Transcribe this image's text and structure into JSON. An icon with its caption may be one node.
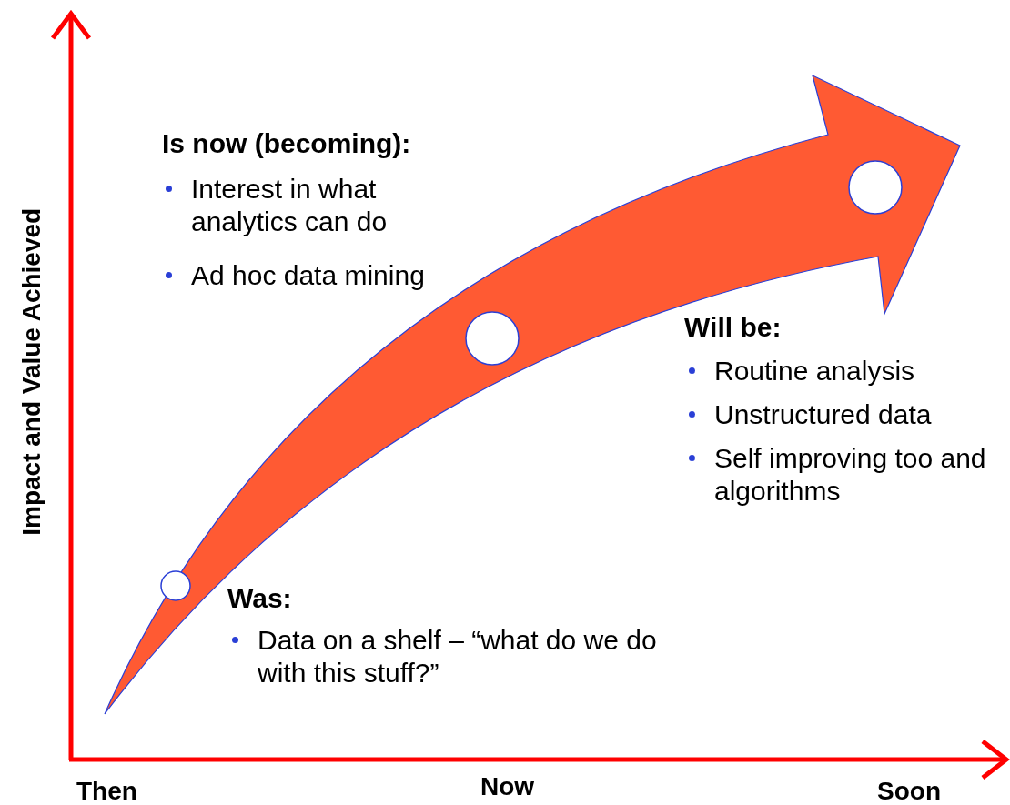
{
  "diagram": {
    "nodes": [
      {
        "text": [],
        "shape": "circle"
      },
      {
        "text": [],
        "shape": "circle"
      },
      {
        "text": [],
        "shape": "circle"
      }
    ],
    "labels": [
      "Is now (becoming):",
      "Interest in what analytics can do",
      "Ad hoc data mining",
      "Will be:",
      "Routine analysis",
      "Unstructured data",
      "Self improving too and algorithms",
      "Was:",
      "Data on a shelf – “what do we do with this stuff?”",
      "Impact and Value Achieved",
      "Then",
      "Now",
      "Soon"
    ]
  }
}
